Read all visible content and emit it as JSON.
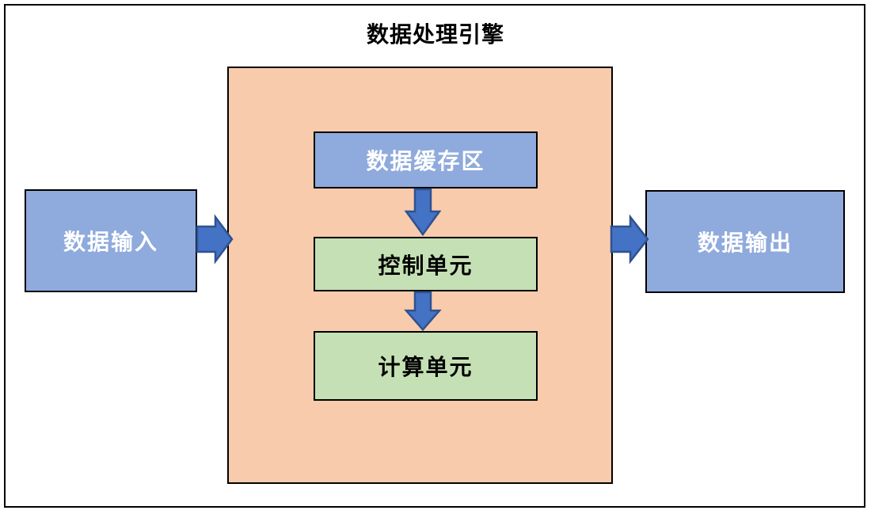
{
  "diagram": {
    "title": "数据处理引擎",
    "nodes": {
      "input": {
        "label": "数据输入"
      },
      "buffer": {
        "label": "数据缓存区"
      },
      "control": {
        "label": "控制单元"
      },
      "compute": {
        "label": "计算单元"
      },
      "output": {
        "label": "数据输出"
      }
    },
    "arrows": [
      {
        "name": "input-to-engine",
        "direction": "right",
        "from": "数据输入",
        "to": "数据处理引擎"
      },
      {
        "name": "buffer-to-control",
        "direction": "down",
        "from": "数据缓存区",
        "to": "控制单元"
      },
      {
        "name": "control-to-compute",
        "direction": "down",
        "from": "控制单元",
        "to": "计算单元"
      },
      {
        "name": "engine-to-output",
        "direction": "right",
        "from": "数据处理引擎",
        "to": "数据输出"
      }
    ],
    "colors": {
      "blue_fill": "#8FAADC",
      "green_fill": "#C5E0B4",
      "container_fill": "#F8CBAD",
      "arrow_fill": "#4472C4",
      "arrow_stroke": "#2F528F",
      "border": "#000000",
      "text_on_blue": "#FFFFFF",
      "text_on_green": "#000000"
    }
  }
}
